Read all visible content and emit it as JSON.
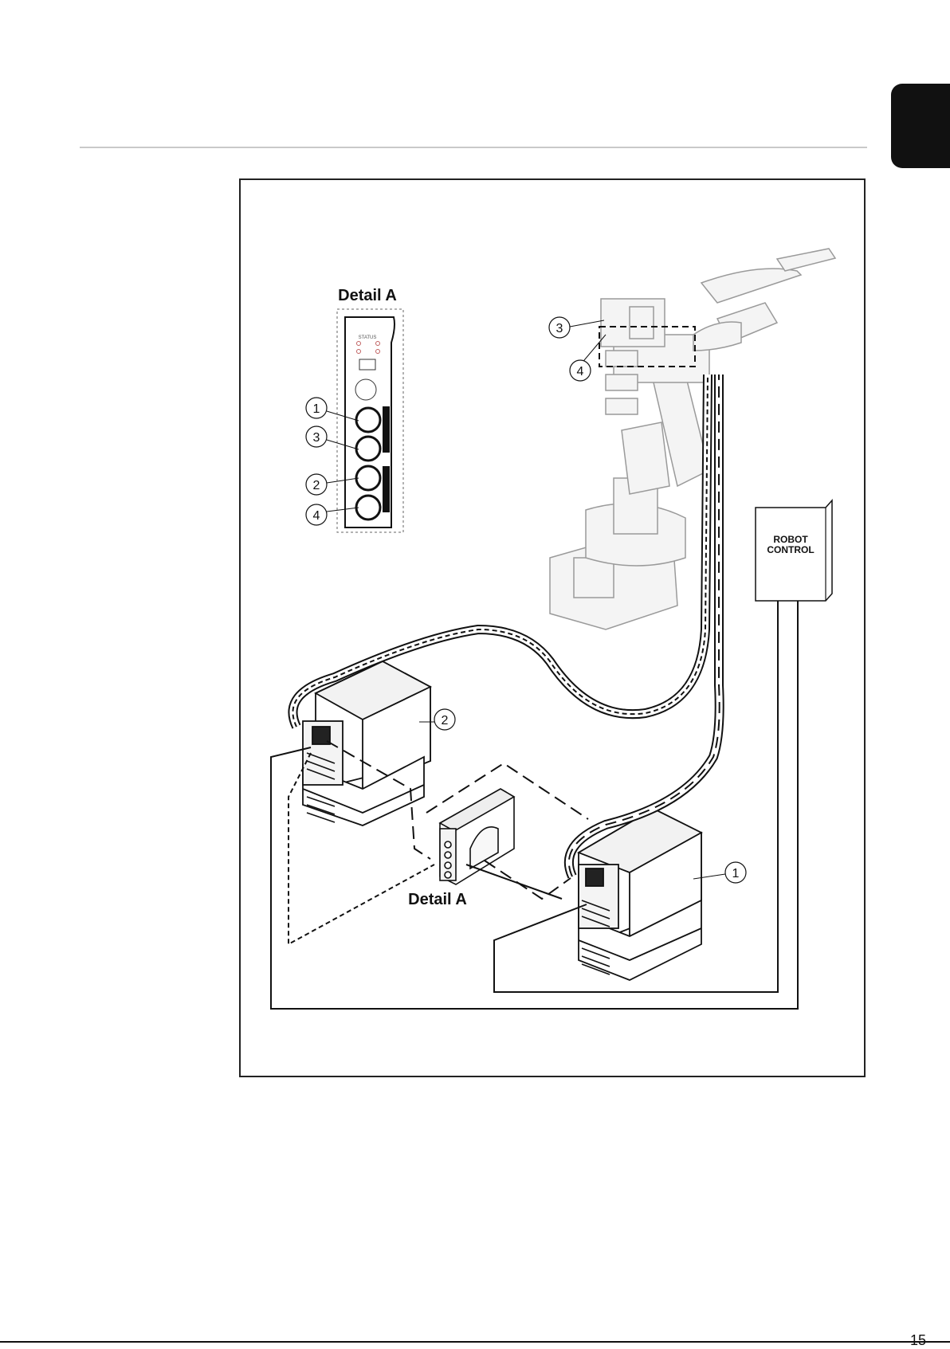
{
  "detail_title": "Detail A",
  "detail_caption": "Detail A",
  "panel": {
    "status_label": "STATUS",
    "callouts": [
      "1",
      "3",
      "2",
      "4"
    ]
  },
  "robot_callouts": [
    "3",
    "4"
  ],
  "device_callouts": [
    "2",
    "1"
  ],
  "robot_control": {
    "line1": "ROBOT",
    "line2": "CONTROL"
  },
  "colors": {
    "frame": "#222222",
    "robot": "#9a9a9a",
    "tab": "#111111"
  },
  "page_number": "15"
}
